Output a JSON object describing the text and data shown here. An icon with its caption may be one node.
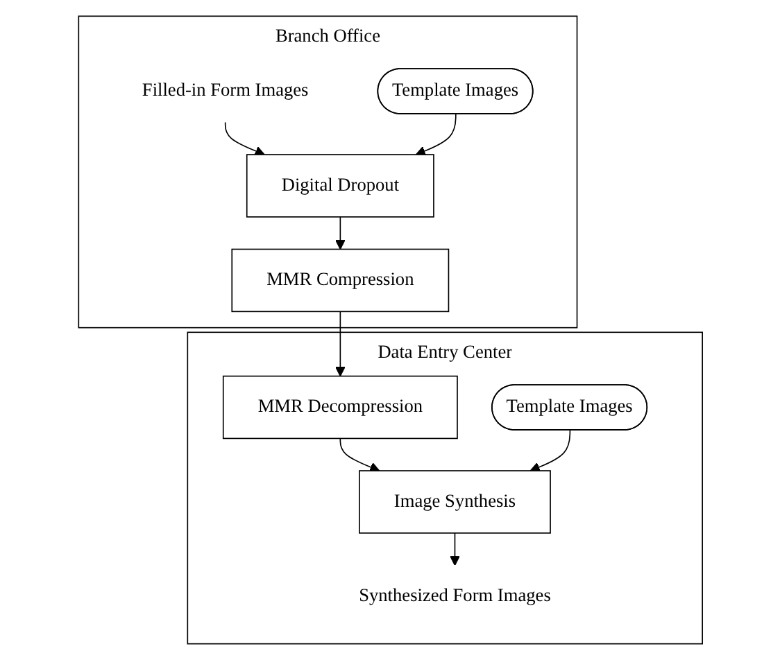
{
  "diagram": {
    "nodes": [
      {
        "text": [
          "Branch Office"
        ]
      },
      {
        "text": [
          "Filled-in Form Images"
        ],
        "in": 0
      },
      {
        "text": [
          "Digital Dropout"
        ],
        "in": 0
      },
      {
        "text": [
          "Template Images"
        ],
        "in": 0
      },
      {
        "text": [
          "MMR Compression"
        ],
        "in": 0
      },
      {
        "text": [
          "Data Entry Center"
        ]
      },
      {
        "text": [
          "MMR Decompression"
        ],
        "in": 5
      },
      {
        "text": [
          "Image Synthesis"
        ],
        "in": 5
      },
      {
        "text": [
          "Template Images"
        ],
        "in": 5
      },
      {
        "text": [
          "Synthesized Form Images"
        ],
        "in": 5
      }
    ],
    "edges": [
      {
        "from": 1,
        "to": 2,
        "arrow": "to"
      },
      {
        "from": 3,
        "to": 2,
        "arrow": "to"
      },
      {
        "from": 2,
        "to": 4,
        "arrow": "to"
      },
      {
        "from": 4,
        "to": 6,
        "arrow": "to"
      },
      {
        "from": 6,
        "to": 7,
        "arrow": "to"
      },
      {
        "from": 8,
        "to": 7,
        "arrow": "to"
      },
      {
        "from": 7,
        "to": 9,
        "arrow": "to"
      }
    ]
  }
}
